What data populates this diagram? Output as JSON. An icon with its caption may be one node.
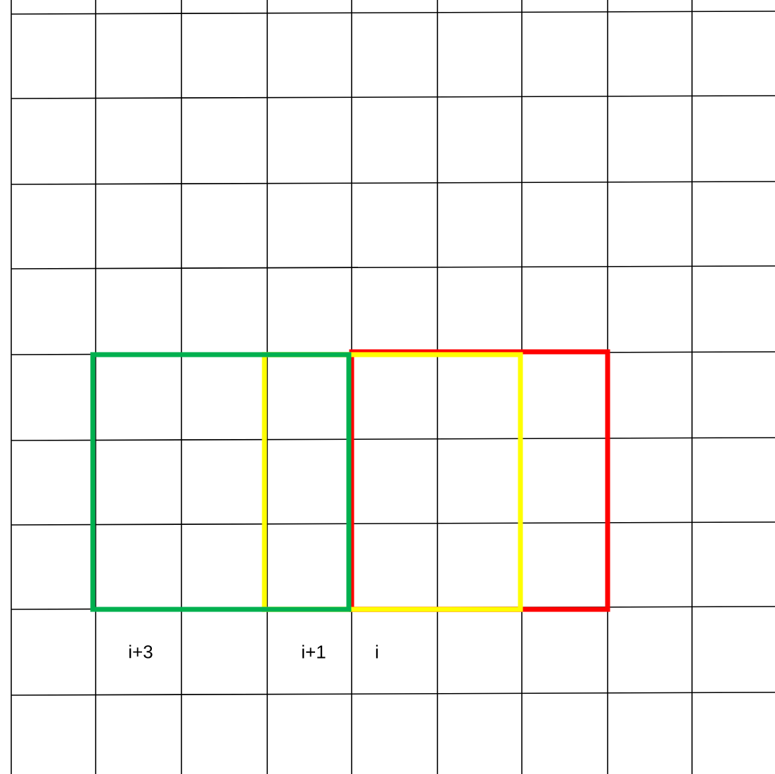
{
  "diagram": {
    "nodes": [
      {
        "text": [],
        "shape": "box"
      },
      {
        "text": [],
        "shape": "box"
      },
      {
        "text": [],
        "shape": "box"
      }
    ],
    "labels": [
      "i+3",
      "i+1",
      "i"
    ]
  }
}
